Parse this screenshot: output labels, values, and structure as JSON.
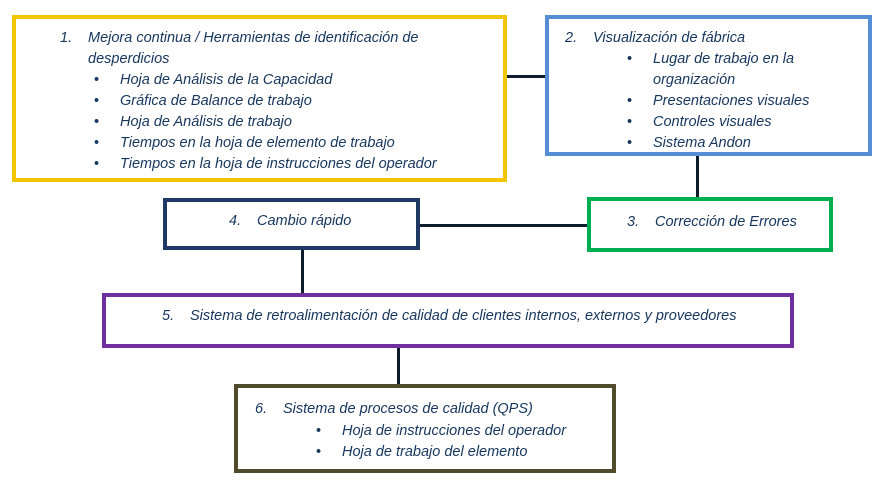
{
  "boxes": {
    "b1": {
      "number": "1.",
      "title_line1": "Mejora continua / Herramientas de identificación de",
      "title_line2": "desperdicios",
      "items": [
        "Hoja de Análisis de la Capacidad",
        "Gráfica de Balance de trabajo",
        "Hoja de Análisis de trabajo",
        "Tiempos en la hoja de elemento de trabajo",
        "Tiempos en la hoja de instrucciones del operador"
      ],
      "border_color": "#f2c500"
    },
    "b2": {
      "number": "2.",
      "title": "Visualización de fábrica",
      "items": [
        "Lugar de trabajo en la organización",
        "Presentaciones visuales",
        "Controles visuales",
        "Sistema Andon"
      ],
      "border_color": "#558ed5"
    },
    "b3": {
      "number": "3.",
      "title": "Corrección de Errores",
      "border_color": "#00b050"
    },
    "b4": {
      "number": "4.",
      "title": "Cambio rápido",
      "border_color": "#1f3864"
    },
    "b5": {
      "number": "5.",
      "title": "Sistema de retroalimentación de calidad de clientes internos, externos y proveedores",
      "border_color": "#7030a0"
    },
    "b6": {
      "number": "6.",
      "title": "Sistema de procesos de calidad (QPS)",
      "items": [
        "Hoja de instrucciones del operador",
        "Hoja de trabajo del elemento"
      ],
      "border_color": "#4f4b2b"
    }
  },
  "bullet_glyph": "•"
}
